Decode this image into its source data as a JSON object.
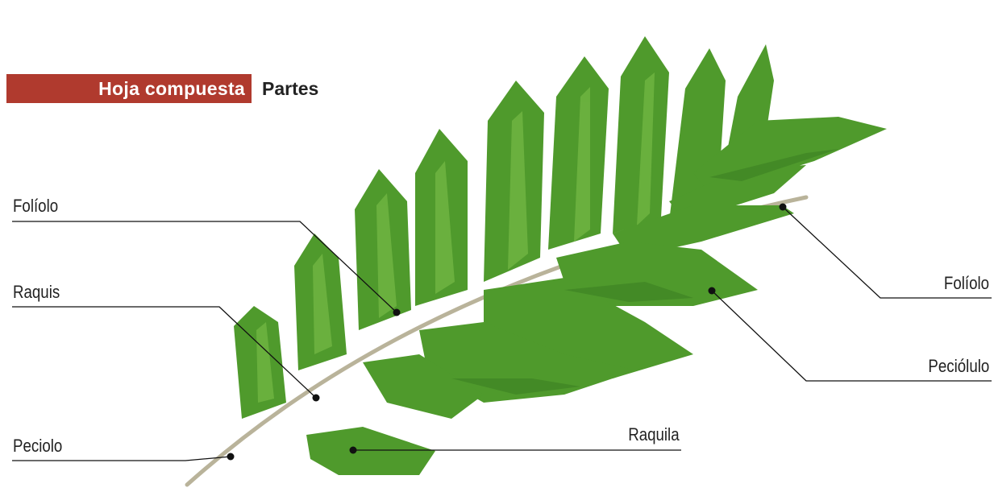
{
  "header": {
    "title": "Hoja compuesta",
    "subtitle": "Partes"
  },
  "colors": {
    "title_bar": "#b03a2e",
    "leaf": "#4f9a2c",
    "leaf_light": "#7cc04a",
    "rachis": "#b9b39a",
    "leader": "#111111"
  },
  "labels": {
    "foliolo_left": "Folíolo",
    "raquis": "Raquis",
    "peciolo": "Peciolo",
    "raquila": "Raquila",
    "foliolo_right": "Folíolo",
    "peciolulo": "Peciólulo"
  }
}
